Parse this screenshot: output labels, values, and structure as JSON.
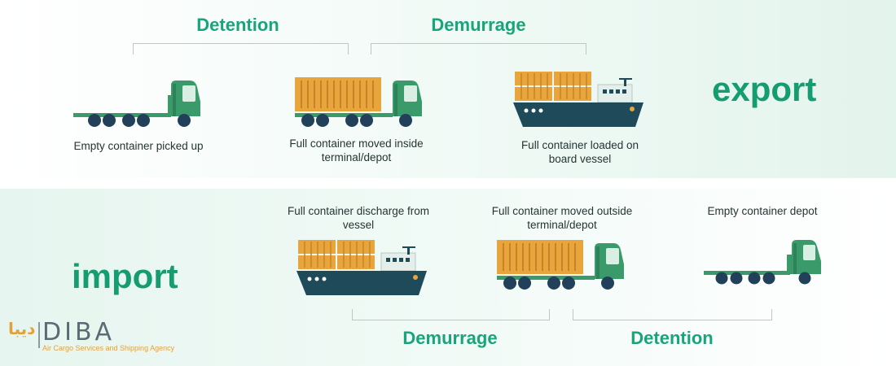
{
  "export_section": {
    "title": "export",
    "spans": {
      "detention": "Detention",
      "demurrage": "Demurrage"
    },
    "steps": [
      {
        "caption": "Empty container picked up",
        "icon": "empty-truck-icon"
      },
      {
        "caption": "Full container moved inside terminal/depot",
        "icon": "loaded-truck-icon"
      },
      {
        "caption": "Full container loaded on board vessel",
        "icon": "cargo-ship-icon"
      }
    ]
  },
  "import_section": {
    "title": "import",
    "spans": {
      "demurrage": "Demurrage",
      "detention": "Detention"
    },
    "steps": [
      {
        "caption": "Full container discharge from vessel",
        "icon": "cargo-ship-icon"
      },
      {
        "caption": "Full container moved outside terminal/depot",
        "icon": "loaded-truck-icon"
      },
      {
        "caption": "Empty container depot",
        "icon": "empty-truck-icon"
      }
    ]
  },
  "logo": {
    "mark": "دیبا",
    "name": "DIBA",
    "tagline": "Air Cargo Services and Shipping Agency"
  },
  "colors": {
    "brand_green": "#169c71",
    "truck_green": "#3a9a6a",
    "container_orange": "#e7a53c",
    "hull_navy": "#1f4a5a",
    "wheel_navy": "#23405a"
  }
}
